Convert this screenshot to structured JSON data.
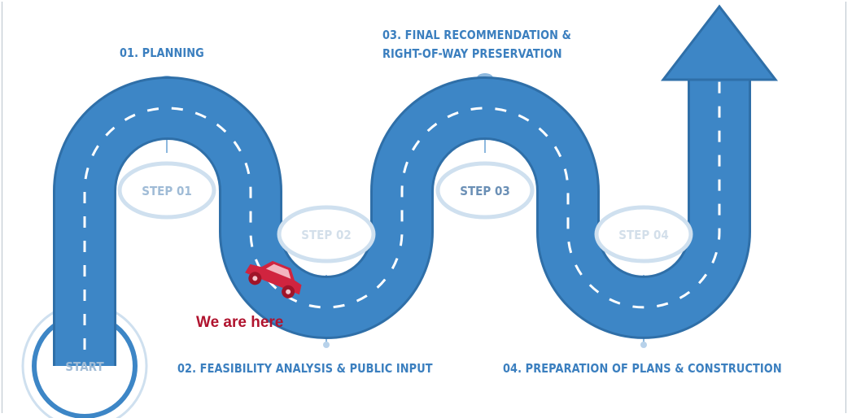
{
  "labels": {
    "planning": "01. PLANNING",
    "feasibility": "02. FEASIBILITY ANALYSIS & PUBLIC INPUT",
    "final_line1": "03. FINAL RECOMMENDATION &",
    "final_line2": "RIGHT-OF-WAY PRESERVATION",
    "preparation": "04. PREPARATION OF PLANS & CONSTRUCTION"
  },
  "steps": {
    "start": "START",
    "step1": "STEP 01",
    "step2": "STEP 02",
    "step3": "STEP 03",
    "step4": "STEP 04"
  },
  "marker": "We are here",
  "colors": {
    "road": "#3d86c6",
    "road_edge": "#2f6fa8",
    "dash": "#ffffff",
    "label": "#3b7fbf",
    "bubble_fill": "#ffffff",
    "bubble_ring": "#cfe0ef",
    "step_text_strong": "#6a8fb5",
    "step_text_faded": "#c9d8e6",
    "marker_red": "#b0132e",
    "car": "#d0243f",
    "pin": "#8db8de"
  },
  "icons": {
    "car": "car-icon",
    "arrow": "arrow-up-icon"
  }
}
